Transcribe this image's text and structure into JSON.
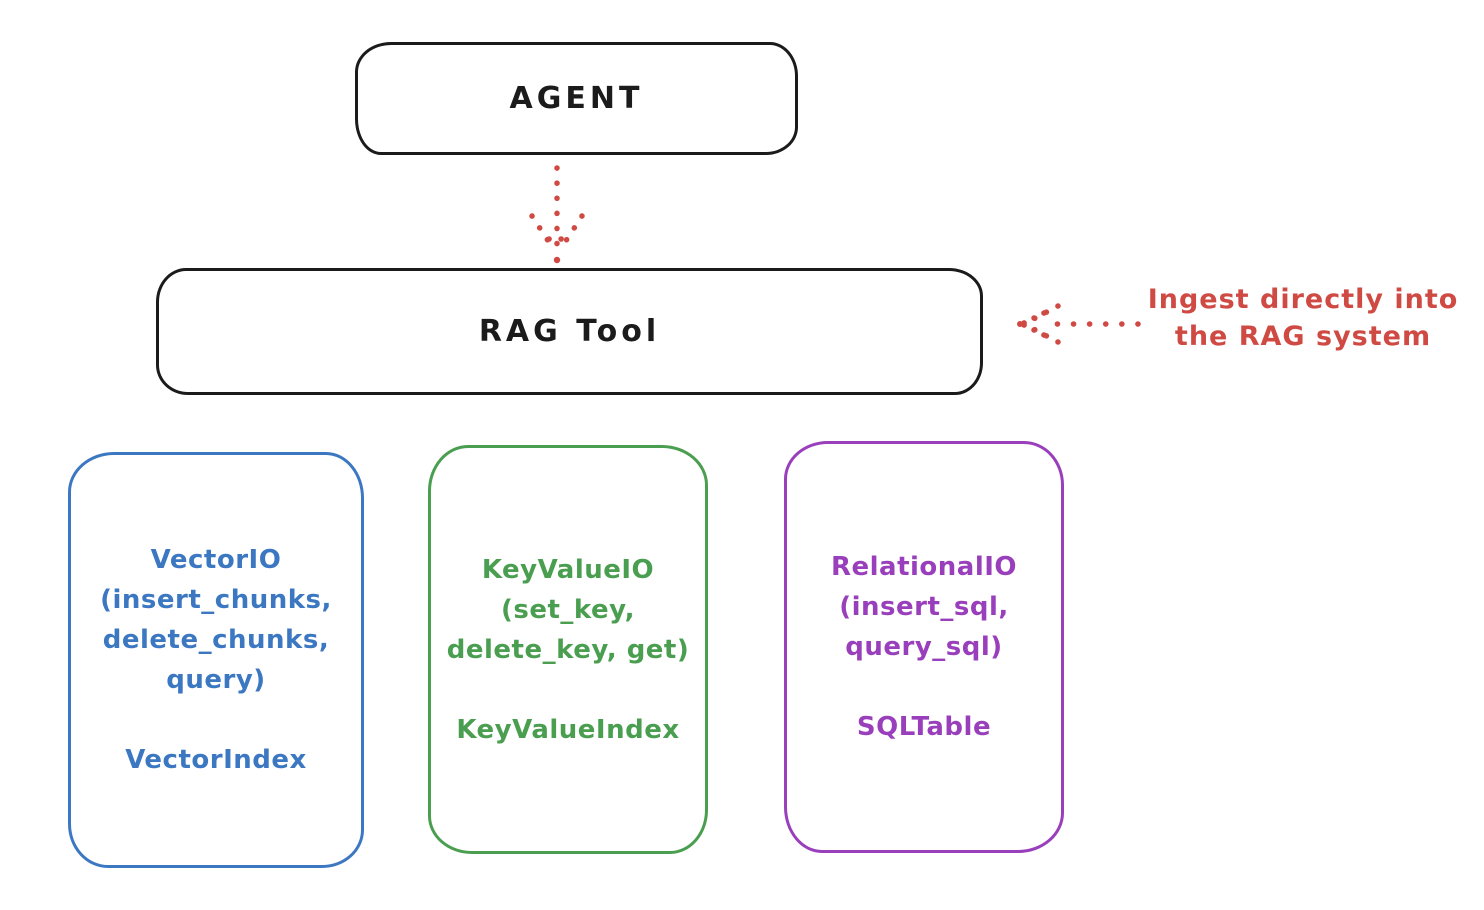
{
  "nodes": {
    "agent": {
      "label": "AGENT"
    },
    "rag_tool": {
      "label": "RAG Tool"
    }
  },
  "annotation": {
    "line1": "Ingest directly into",
    "line2": "the RAG system",
    "color": "#d04a44"
  },
  "arrows": {
    "agent_to_rag": "dotted-red-down-arrow",
    "ingest_to_rag": "dotted-red-left-arrow"
  },
  "stores": [
    {
      "name": "VectorIO",
      "lines": [
        "VectorIO",
        "(insert_chunks,",
        "delete_chunks,",
        "query)"
      ],
      "index_label": "VectorIndex",
      "color": "#3c78c2"
    },
    {
      "name": "KeyValueIO",
      "lines": [
        "KeyValueIO",
        "(set_key,",
        "delete_key, get)"
      ],
      "index_label": "KeyValueIndex",
      "color": "#4a9e50"
    },
    {
      "name": "RelationalIO",
      "lines": [
        "RelationalIO",
        "(insert_sql,",
        "query_sql)"
      ],
      "index_label": "SQLTable",
      "color": "#9a3fbc"
    }
  ],
  "colors": {
    "node_border": "#1b1b1b",
    "arrow_red": "#d04a44",
    "background": "#ffffff"
  }
}
